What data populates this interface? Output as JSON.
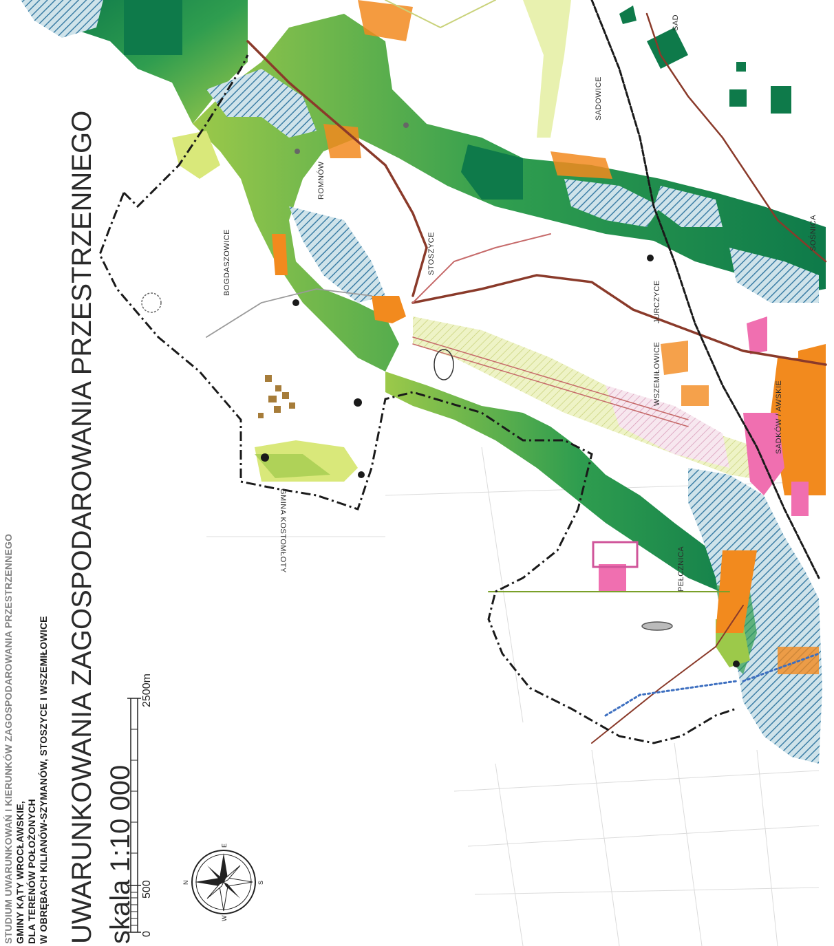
{
  "header": {
    "lines": [
      "GMINY KĄTY WROCŁAWSKIE,",
      "DLA TERENÓW POŁOŻONYCH",
      "W OBRĘBACH KILIANÓW-SZYMANÓW, STOSZYCE I WSZEMIŁOWICE"
    ],
    "top_partial": "STUDIUM UWARUNKOWAŃ I KIERUNKÓW ZAGOSPODAROWANIA PRZESTRZENNEGO"
  },
  "title": {
    "main": "UWARUNKOWANIA ZAGOSPODAROWANIA  PRZESTRZENNEGO",
    "scale": "skala 1:10 000"
  },
  "scalebar": {
    "start": "0",
    "mid": "500",
    "end": "2500m"
  },
  "compass": {
    "north": "N",
    "south": "S",
    "east": "E",
    "west": "W"
  },
  "places": {
    "bogdaszowice": "BOGDASZOWICE",
    "romnow": "ROMNÓW",
    "stoszyce": "STOSZYCE",
    "sadowice": "SADOWICE",
    "sadowice_short": "SAD",
    "wszemilowice": "WSZEMIŁOWICE",
    "jurczyce": "JURCZYCE",
    "sosnica": "SOŚNICA",
    "smolec_partial": "SADKÓW / AWSKIE",
    "pelcznica": "PEŁCZNICA",
    "gmina_kostomloty": "GMINA KOSTOMŁOTY"
  },
  "colors": {
    "forest_dark": "#0e7a4a",
    "forest_mid": "#2f9d4f",
    "meadow": "#9cc94a",
    "meadow_light": "#d9e87a",
    "water_hatch": "#3d7fa6",
    "residential": "#f28a1e",
    "commercial": "#f06fb0",
    "road_main": "#8a3a2a",
    "road_secondary": "#b8b090",
    "boundary": "#1a1a1a"
  }
}
